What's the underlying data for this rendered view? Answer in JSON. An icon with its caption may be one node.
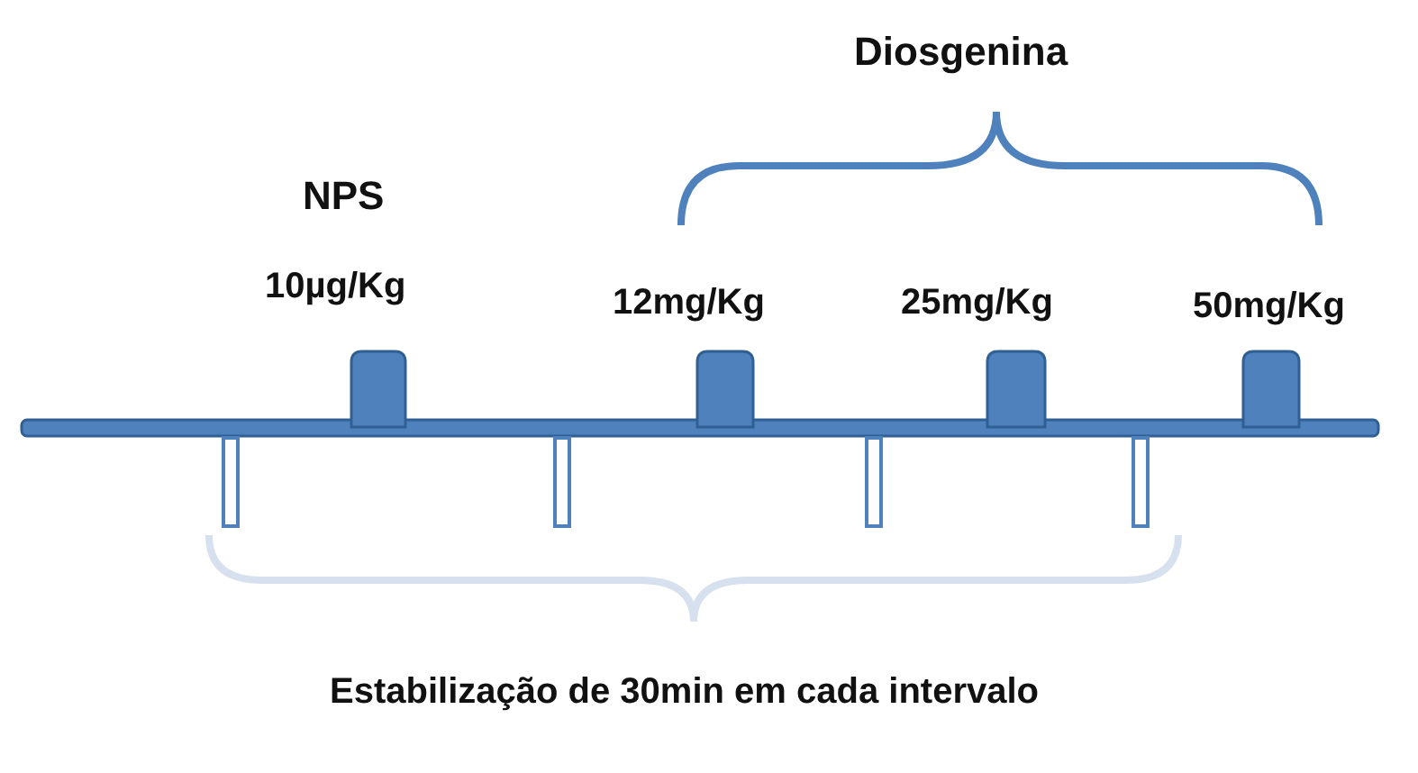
{
  "diagram": {
    "labels": [
      "Diosgenina",
      "NPS",
      "10µg/Kg",
      "12mg/Kg",
      "25mg/Kg",
      "50mg/Kg",
      "Estabilização de 30min em cada intervalo"
    ]
  }
}
